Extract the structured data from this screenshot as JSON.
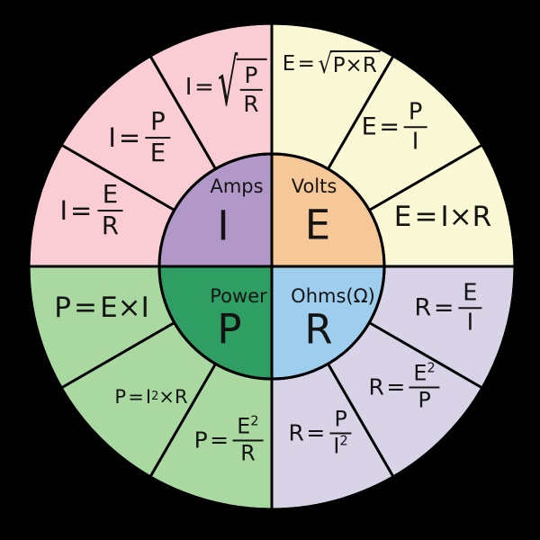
{
  "colors": {
    "background": "#000000",
    "amps_outer": "#f9cdd3",
    "volts_outer": "#fbf8d5",
    "power_outer": "#a9d8a0",
    "ohms_outer": "#d9d3e8",
    "amps_inner": "#b298c8",
    "volts_inner": "#f7c897",
    "power_inner": "#2f9e63",
    "ohms_inner": "#9ecdee"
  },
  "hub": {
    "amps": {
      "label": "Amps",
      "symbol": "I"
    },
    "volts": {
      "label": "Volts",
      "symbol": "E"
    },
    "power": {
      "label": "Power",
      "symbol": "P"
    },
    "ohms": {
      "label": "Ohms(Ω)",
      "symbol": "R"
    }
  },
  "formulas": {
    "amps": [
      {
        "lhs": "I",
        "eq": "=",
        "radical": "√",
        "num": "P",
        "den": "R"
      },
      {
        "lhs": "I",
        "eq": "=",
        "num": "P",
        "den": "E"
      },
      {
        "lhs": "I",
        "eq": "=",
        "num": "E",
        "den": "R"
      }
    ],
    "volts": [
      {
        "lhs": "E",
        "eq": "=",
        "radical": "√",
        "rhs": "P×R"
      },
      {
        "lhs": "E",
        "eq": "=",
        "num": "P",
        "den": "I"
      },
      {
        "lhs": "E",
        "eq": "=",
        "rhs": "I×R"
      }
    ],
    "power": [
      {
        "lhs": "P",
        "eq": "=",
        "rhs": "E×I"
      },
      {
        "lhs": "P",
        "eq": "=",
        "rhs_base": "I",
        "rhs_sup": "2",
        "rhs_rest": "×R"
      },
      {
        "lhs": "P",
        "eq": "=",
        "num": "E",
        "num_sup": "2",
        "den": "R"
      }
    ],
    "ohms": [
      {
        "lhs": "R",
        "eq": "=",
        "num": "E",
        "den": "I"
      },
      {
        "lhs": "R",
        "eq": "=",
        "num": "E",
        "num_sup": "2",
        "den": "P"
      },
      {
        "lhs": "R",
        "eq": "=",
        "num": "P",
        "den": "I",
        "den_sup": "2"
      }
    ]
  }
}
